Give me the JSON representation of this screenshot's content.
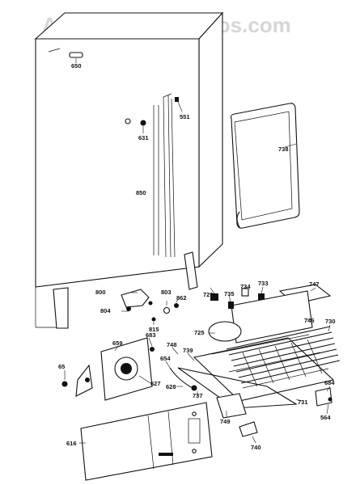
{
  "watermark": "AppliancePartsPros.com",
  "part_labels": {
    "p650": "650",
    "p551": "551",
    "p631": "631",
    "p738": "738",
    "p850": "850",
    "p800": "800",
    "p804": "804",
    "p803": "803",
    "p862": "862",
    "p815": "815",
    "p729": "729",
    "p735": "735",
    "p734": "734",
    "p733": "733",
    "p747": "747",
    "p746": "746",
    "p725": "725",
    "p730": "730",
    "p683": "683",
    "p659": "659",
    "p748": "748",
    "p739": "739",
    "p654": "654",
    "p65": "65",
    "p627": "627",
    "p628": "628",
    "p737": "737",
    "p684": "684",
    "p731": "731",
    "p564": "564",
    "p749": "749",
    "p616": "616",
    "p740": "740"
  }
}
